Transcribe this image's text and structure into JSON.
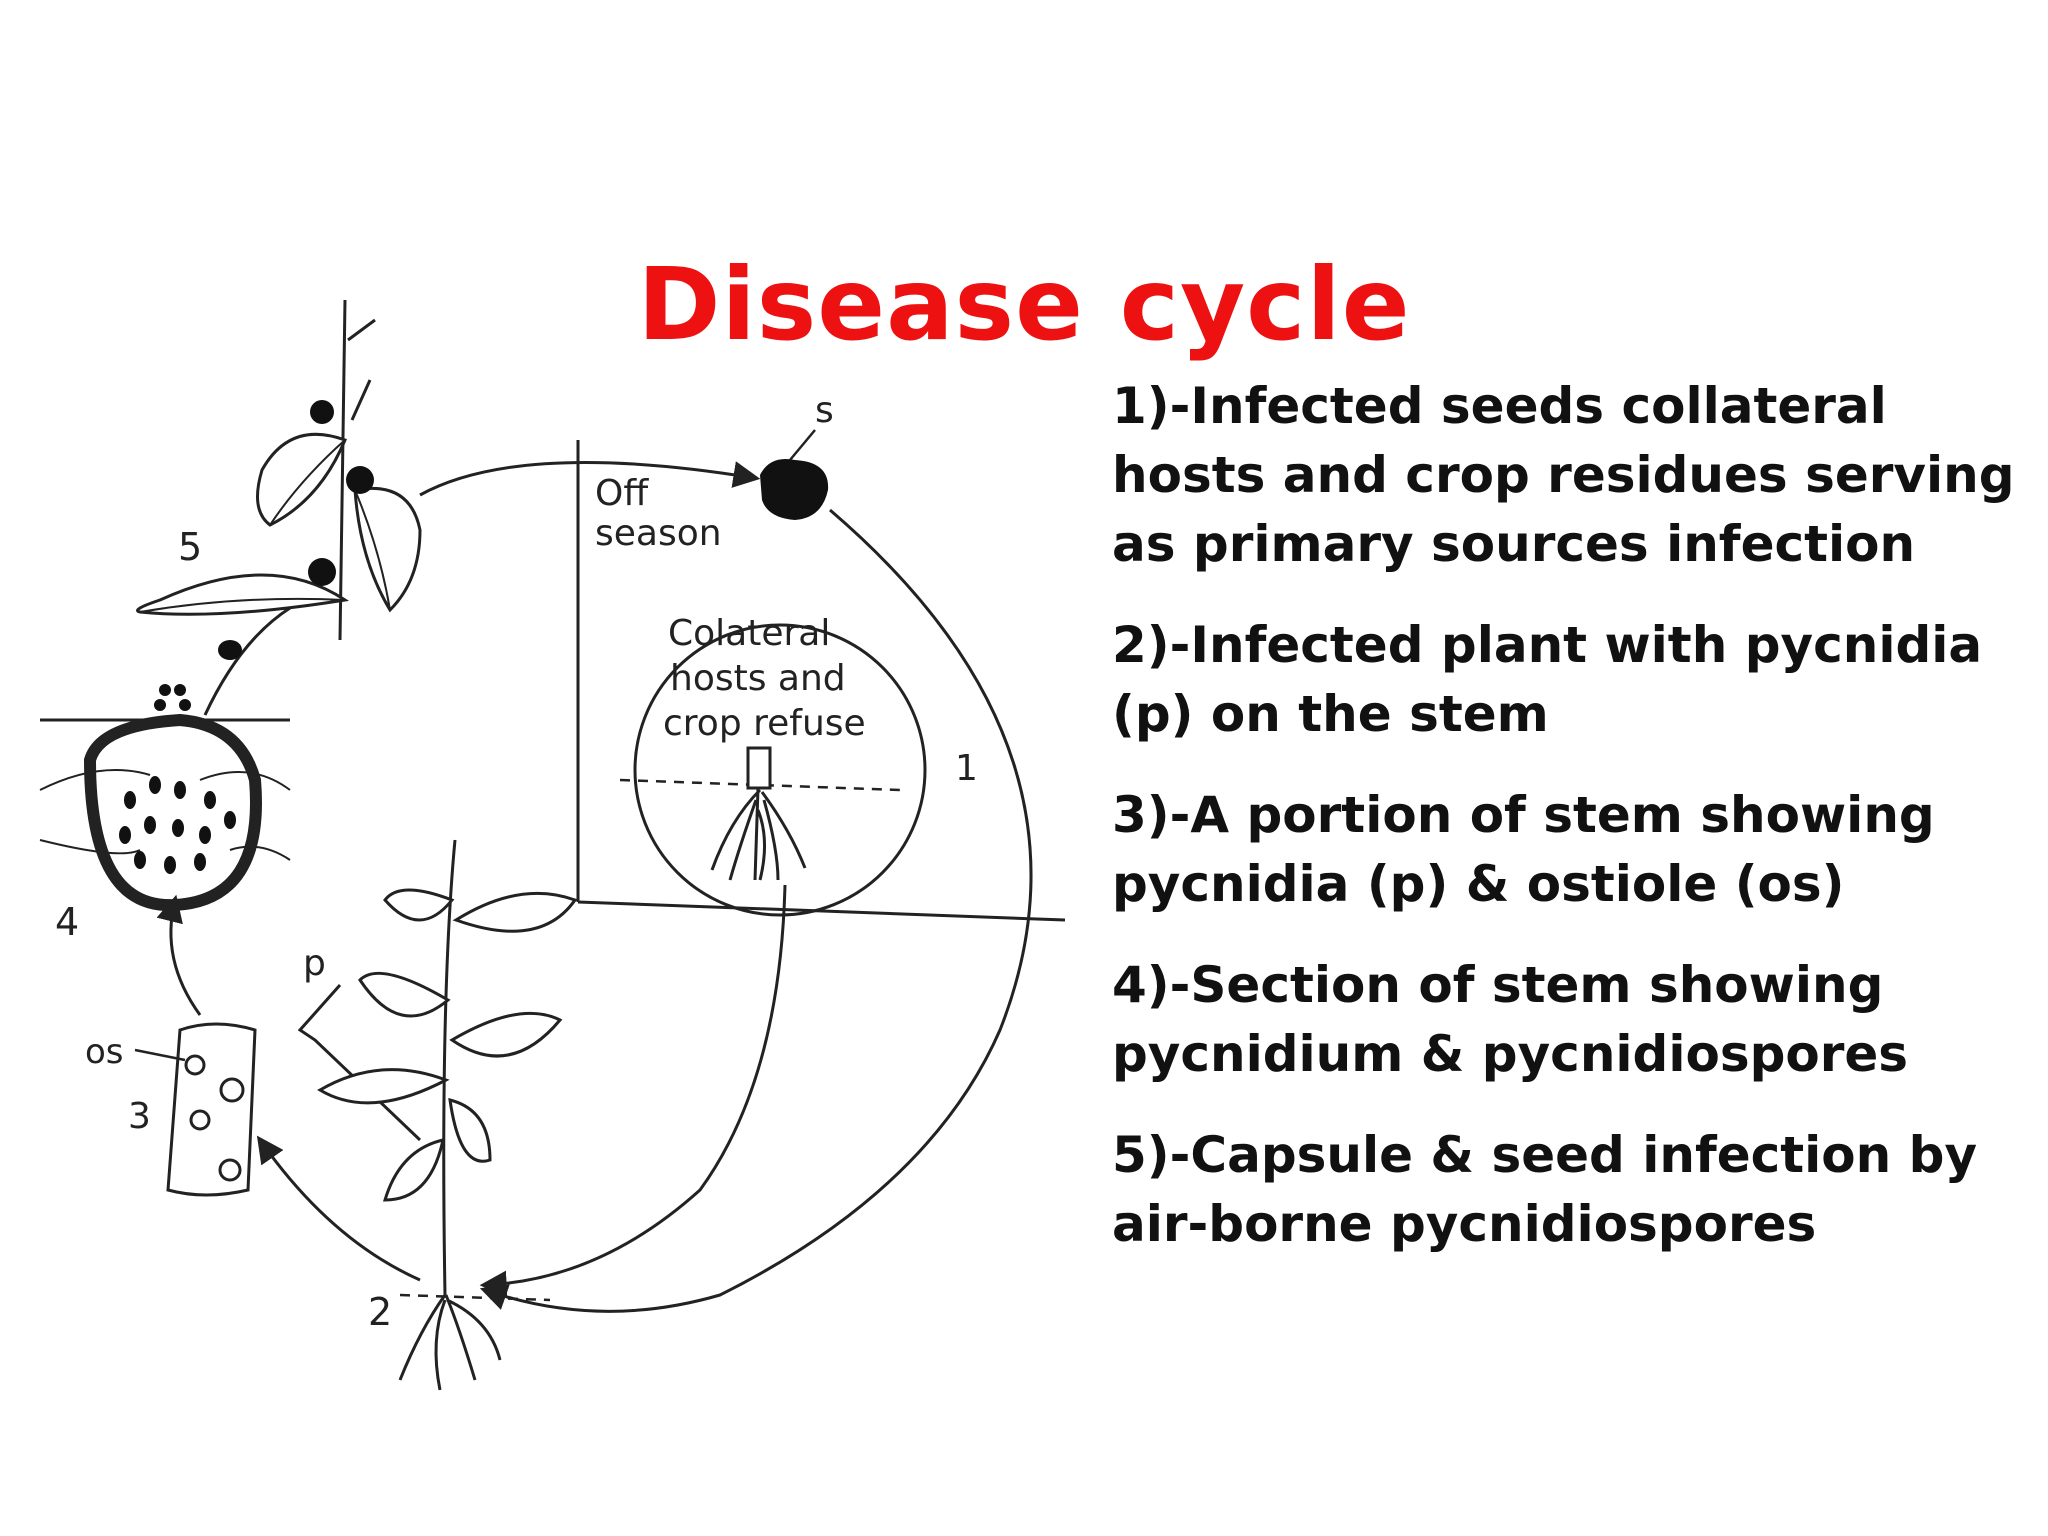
{
  "title": "Disease cycle",
  "colors": {
    "title": "#ee1111",
    "text": "#111111",
    "line": "#222222"
  },
  "diagram": {
    "off_season": "Off\nseason",
    "circle_text": "Colateral\nhosts and\ncrop refuse",
    "labels": {
      "s": "s",
      "p": "p",
      "os": "os",
      "n1": "1",
      "n2": "2",
      "n3": "3",
      "n4": "4",
      "n5": "5"
    }
  },
  "captions": [
    "1)-Infected seeds collateral hosts and crop residues serving as primary sources infection",
    "2)-Infected plant with pycnidia (p) on the stem",
    "3)-A portion of stem showing pycnidia (p) & ostiole (os)",
    "4)-Section of stem showing pycnidium & pycnidiospores",
    "5)-Capsule & seed infection by air-borne pycnidiospores"
  ]
}
